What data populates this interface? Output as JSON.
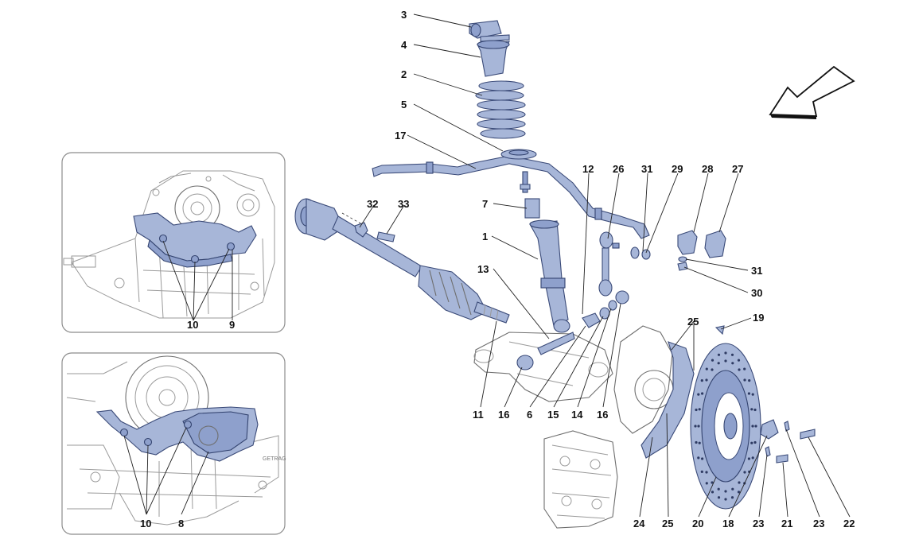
{
  "diagram": {
    "labels": [
      {
        "id": "p3",
        "text": "3"
      },
      {
        "id": "p4",
        "text": "4"
      },
      {
        "id": "p2",
        "text": "2"
      },
      {
        "id": "p5",
        "text": "5"
      },
      {
        "id": "p17",
        "text": "17"
      },
      {
        "id": "p12",
        "text": "12"
      },
      {
        "id": "p26",
        "text": "26"
      },
      {
        "id": "p31a",
        "text": "31"
      },
      {
        "id": "p29",
        "text": "29"
      },
      {
        "id": "p28",
        "text": "28"
      },
      {
        "id": "p27",
        "text": "27"
      },
      {
        "id": "p32",
        "text": "32"
      },
      {
        "id": "p33",
        "text": "33"
      },
      {
        "id": "p7",
        "text": "7"
      },
      {
        "id": "p1",
        "text": "1"
      },
      {
        "id": "p13",
        "text": "13"
      },
      {
        "id": "p31b",
        "text": "31"
      },
      {
        "id": "p30",
        "text": "30"
      },
      {
        "id": "p19",
        "text": "19"
      },
      {
        "id": "p25a",
        "text": "25"
      },
      {
        "id": "p11",
        "text": "11"
      },
      {
        "id": "p16a",
        "text": "16"
      },
      {
        "id": "p6",
        "text": "6"
      },
      {
        "id": "p15",
        "text": "15"
      },
      {
        "id": "p14",
        "text": "14"
      },
      {
        "id": "p16b",
        "text": "16"
      },
      {
        "id": "p24",
        "text": "24"
      },
      {
        "id": "p25b",
        "text": "25"
      },
      {
        "id": "p20",
        "text": "20"
      },
      {
        "id": "p18",
        "text": "18"
      },
      {
        "id": "p23a",
        "text": "23"
      },
      {
        "id": "p21",
        "text": "21"
      },
      {
        "id": "p23b",
        "text": "23"
      },
      {
        "id": "p22",
        "text": "22"
      }
    ],
    "inset_top_labels": [
      {
        "id": "i10a",
        "text": "10"
      },
      {
        "id": "i9",
        "text": "9"
      }
    ],
    "inset_bottom_labels": [
      {
        "id": "i10b",
        "text": "10"
      },
      {
        "id": "i8",
        "text": "8"
      },
      {
        "id": "getrag",
        "text": "GETRAG"
      }
    ],
    "colors": {
      "part_fill": "#a7b6d8",
      "part_stroke": "#3a4a78",
      "sketch": "#9a9a9a",
      "frame": "#8c8c8c"
    }
  }
}
